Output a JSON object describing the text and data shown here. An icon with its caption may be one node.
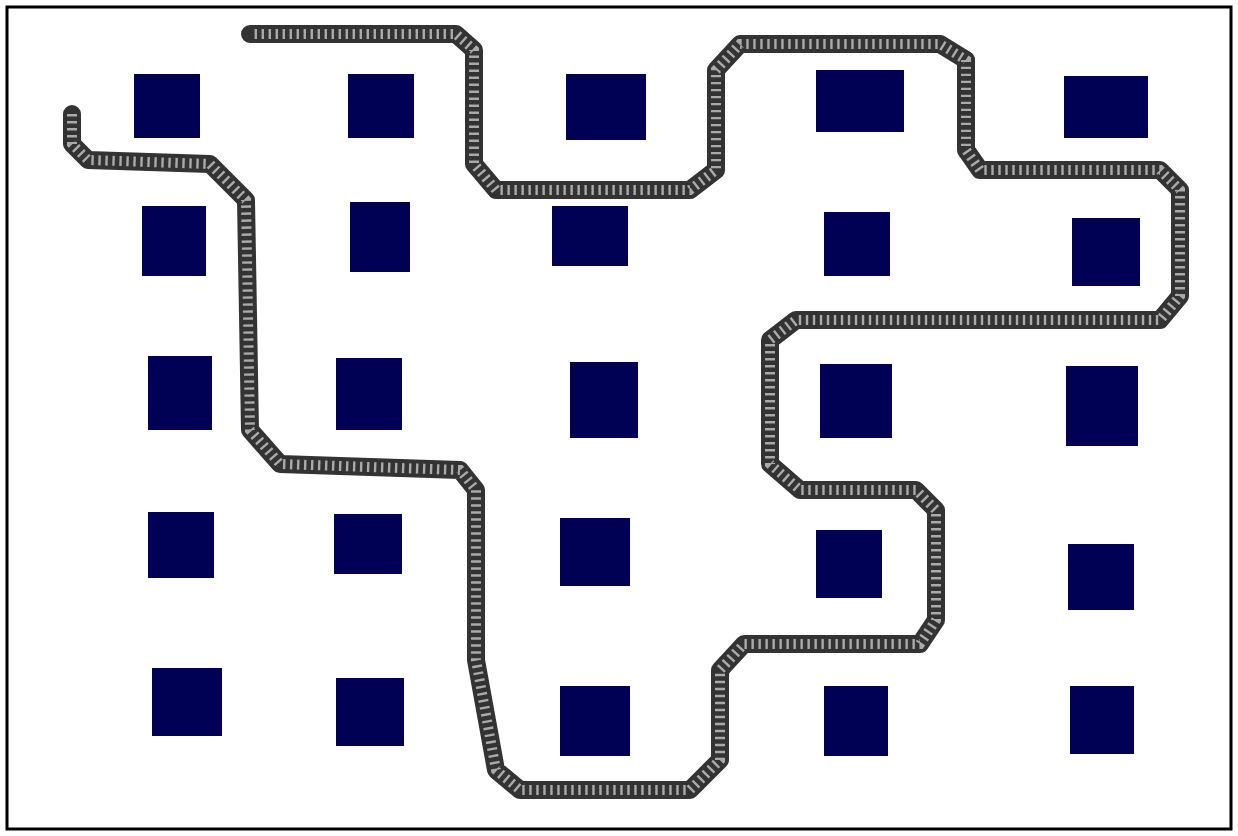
{
  "diagram": {
    "nodes": [
      {
        "text": [],
        "shape": "box"
      },
      {
        "text": [],
        "shape": "box"
      },
      {
        "text": [],
        "shape": "box"
      },
      {
        "text": [],
        "shape": "box"
      },
      {
        "text": [],
        "shape": "box"
      },
      {
        "text": [],
        "shape": "box"
      },
      {
        "text": [],
        "shape": "box"
      },
      {
        "text": [],
        "shape": "box"
      },
      {
        "text": [],
        "shape": "box"
      },
      {
        "text": [],
        "shape": "box"
      },
      {
        "text": [],
        "shape": "box"
      },
      {
        "text": [],
        "shape": "box"
      },
      {
        "text": [],
        "shape": "box"
      },
      {
        "text": [],
        "shape": "box"
      },
      {
        "text": [],
        "shape": "box"
      },
      {
        "text": [],
        "shape": "box"
      },
      {
        "text": [],
        "shape": "box"
      },
      {
        "text": [],
        "shape": "box"
      },
      {
        "text": [],
        "shape": "box"
      },
      {
        "text": [],
        "shape": "box"
      },
      {
        "text": [],
        "shape": "box"
      },
      {
        "text": [],
        "shape": "box"
      },
      {
        "text": [],
        "shape": "box"
      },
      {
        "text": [],
        "shape": "box"
      },
      {
        "text": [],
        "shape": "box"
      }
    ]
  }
}
